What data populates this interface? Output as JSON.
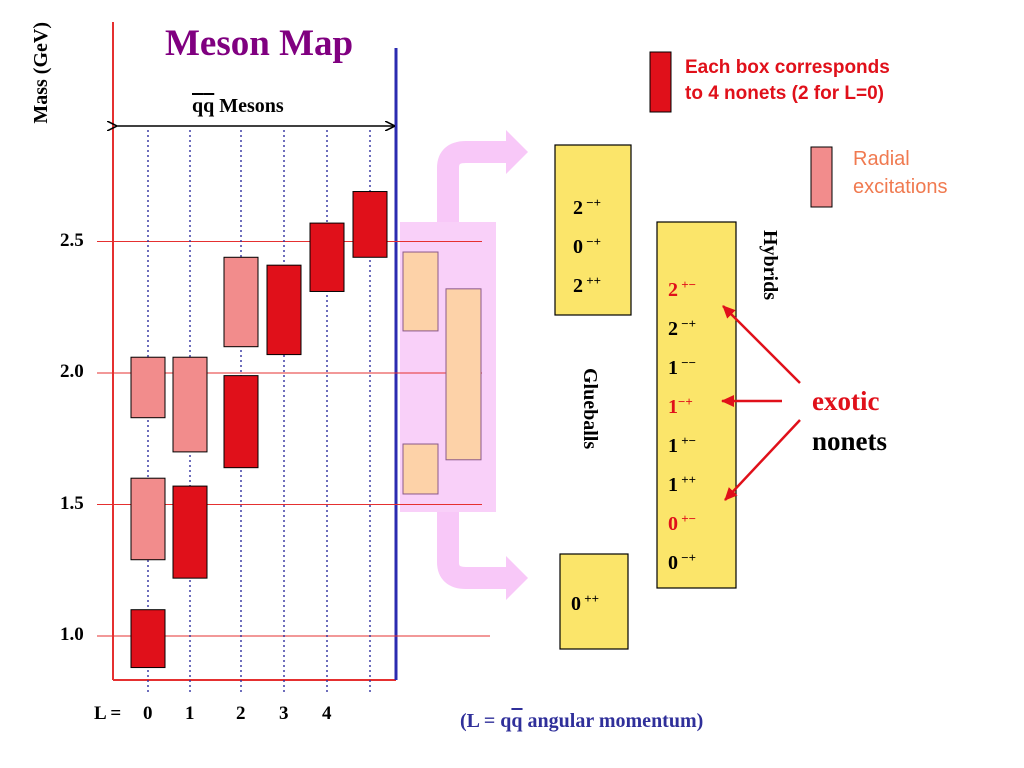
{
  "title": "Meson Map",
  "y_axis_label": "Mass (GeV)",
  "y_ticks": [
    {
      "label": "1.0",
      "value": 1.0
    },
    {
      "label": "1.5",
      "value": 1.5
    },
    {
      "label": "2.0",
      "value": 2.0
    },
    {
      "label": "2.5",
      "value": 2.5
    }
  ],
  "meson_section": {
    "q": "q",
    "qbar": "q",
    "label": " Mesons"
  },
  "l_axis": {
    "prefix": "L = ",
    "values": [
      "0",
      "1",
      "2",
      "3",
      "4"
    ]
  },
  "l_caption": {
    "open": "(L = q",
    "qbar": "q",
    "rest": " angular momentum)"
  },
  "legend": {
    "solid_line1": "Each box corresponds",
    "solid_line2": "to 4 nonets (2 for L=0)",
    "radial_line1": "Radial",
    "radial_line2": "excitations"
  },
  "colors": {
    "solid": "#e0101a",
    "radial": "#f28c8c",
    "glueball_fill": "#fbe56a",
    "lila": "#f8c8f8",
    "peach": "#fdd2a8",
    "axis": "#e53030",
    "divider": "#2b2bb0",
    "dotted": "#3030a0"
  },
  "boxes": [
    {
      "L": 0,
      "kind": "solid",
      "min": 0.88,
      "max": 1.1
    },
    {
      "L": 0,
      "kind": "radial",
      "min": 1.29,
      "max": 1.6
    },
    {
      "L": 0,
      "kind": "radial",
      "min": 1.83,
      "max": 2.06
    },
    {
      "L": 1,
      "kind": "solid",
      "min": 1.22,
      "max": 1.57
    },
    {
      "L": 1,
      "kind": "radial",
      "min": 1.7,
      "max": 2.06
    },
    {
      "L": 2,
      "kind": "solid",
      "min": 1.64,
      "max": 1.99
    },
    {
      "L": 2,
      "kind": "radial",
      "min": 2.1,
      "max": 2.44
    },
    {
      "L": 3,
      "kind": "solid",
      "min": 2.07,
      "max": 2.41
    },
    {
      "L": 4,
      "kind": "solid",
      "min": 2.31,
      "max": 2.57
    },
    {
      "L": 5,
      "kind": "solid",
      "min": 2.44,
      "max": 2.69
    }
  ],
  "glueball_boxes": [
    {
      "min": 2.16,
      "max": 2.46
    },
    {
      "min": 1.54,
      "max": 1.73
    },
    {
      "min": 1.67,
      "max": 2.32
    }
  ],
  "glueballs": {
    "label": "Glueballs",
    "upper": [
      {
        "n": "2",
        "pc": " −+"
      },
      {
        "n": "0",
        "pc": " −+"
      },
      {
        "n": "2",
        "pc": " ++"
      }
    ],
    "lower": [
      {
        "n": "0",
        "pc": " ++"
      }
    ]
  },
  "hybrids": {
    "label": "Hybrids",
    "states": [
      {
        "n": "2",
        "pc": " +−",
        "exotic": true
      },
      {
        "n": "2",
        "pc": " −+",
        "exotic": false
      },
      {
        "n": "1",
        "pc": " −−",
        "exotic": false
      },
      {
        "n": "1",
        "pc": "−+",
        "exotic": true
      },
      {
        "n": "1",
        "pc": " +−",
        "exotic": false
      },
      {
        "n": "1",
        "pc": " ++",
        "exotic": false
      },
      {
        "n": "0",
        "pc": " +−",
        "exotic": true
      },
      {
        "n": "0",
        "pc": " −+",
        "exotic": false
      }
    ]
  },
  "exotic_text": "exotic",
  "nonets_text": "nonets"
}
